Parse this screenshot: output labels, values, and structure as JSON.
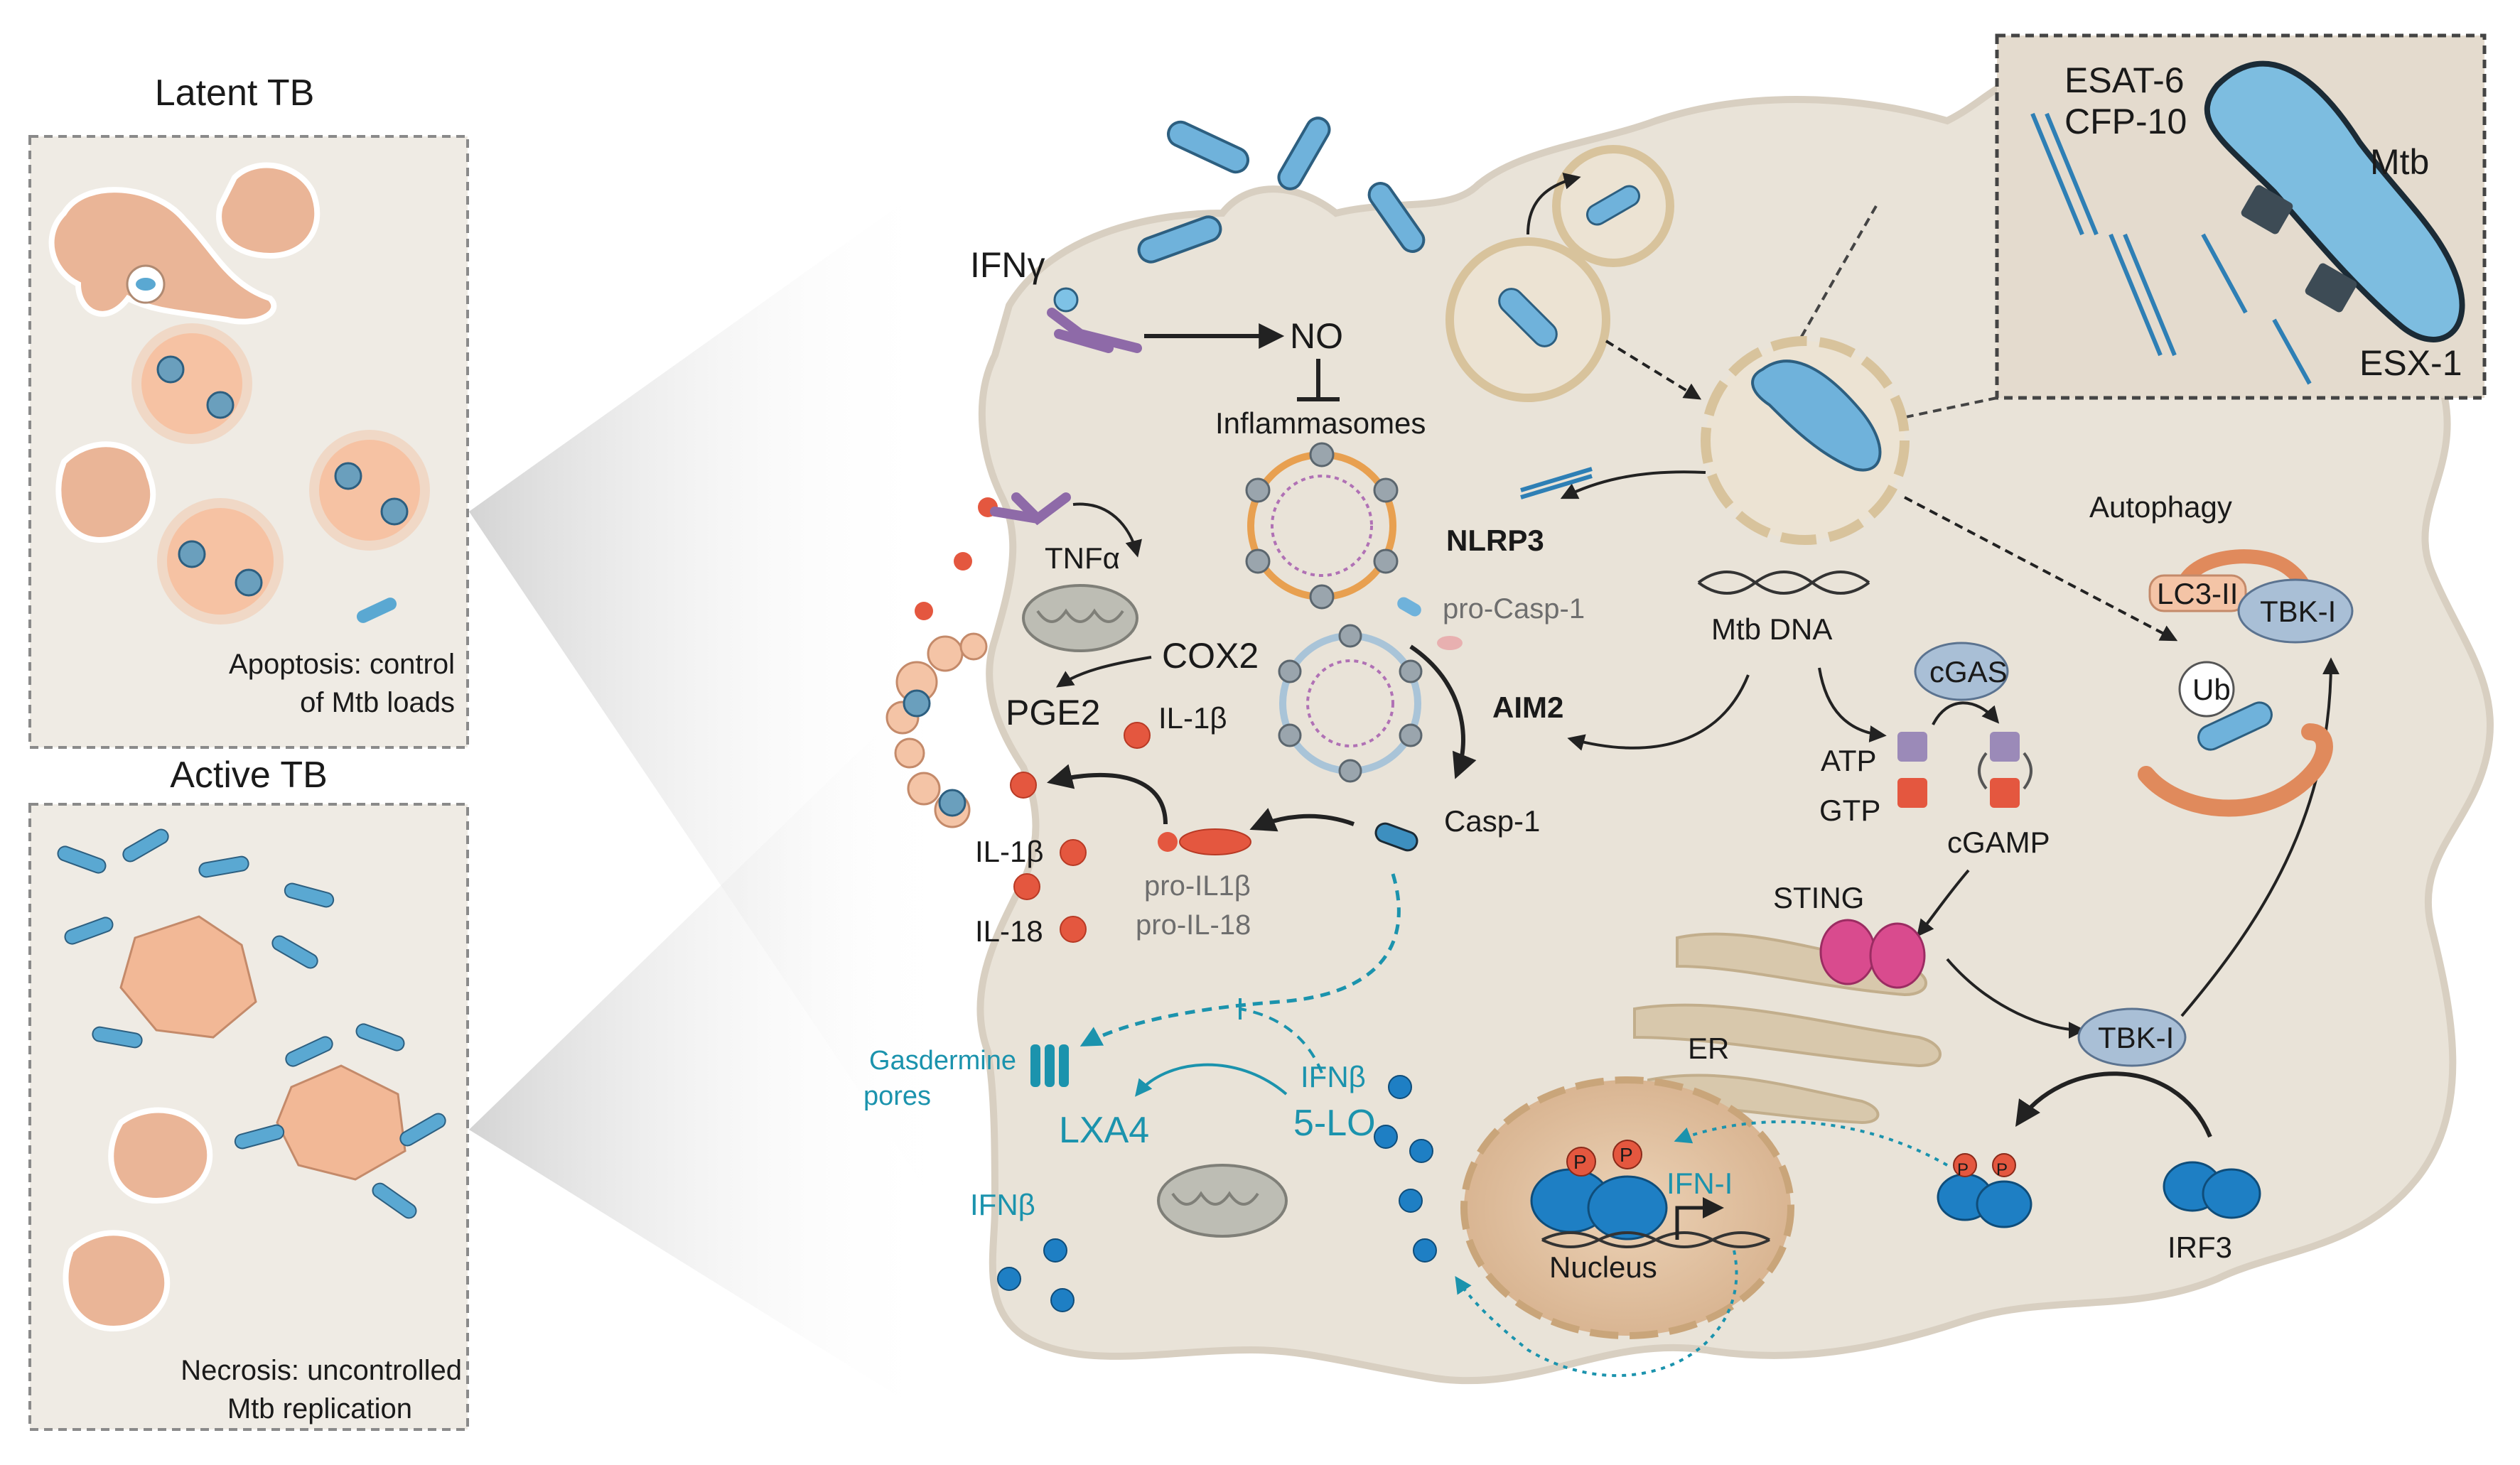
{
  "panels": {
    "latent": {
      "title": "Latent TB",
      "caption_line1": "Apoptosis: control",
      "caption_line2": "of Mtb loads"
    },
    "active": {
      "title": "Active TB",
      "caption_line1": "Necrosis: uncontrolled",
      "caption_line2": "Mtb replication"
    }
  },
  "inset": {
    "esat6": "ESAT-6",
    "cfp10": "CFP-10",
    "mtb": "Mtb",
    "esx1": "ESX-1"
  },
  "labels": {
    "ifng": "IFNγ",
    "no": "NO",
    "inflammasomes": "Inflammasomes",
    "tnfa": "TNFα",
    "nlrp3": "NLRP3",
    "pro_casp1": "pro-Casp-1",
    "aim2": "AIM2",
    "casp1": "Casp-1",
    "cox2": "COX2",
    "pge2": "PGE2",
    "il1b_top": "IL-1β",
    "il1b": "IL-1β",
    "il18": "IL-18",
    "pro_il1b": "pro-IL1β",
    "pro_il18": "pro-IL-18",
    "mtb_dna": "Mtb DNA",
    "cgas": "cGAS",
    "atp": "ATP",
    "gtp": "GTP",
    "cgamp": "cGAMP",
    "sting": "STING",
    "er": "ER",
    "autophagy": "Autophagy",
    "lc3": "LC3-II",
    "tbk1_top": "TBK-I",
    "ub": "Ub",
    "tbk1": "TBK-I",
    "irf3": "IRF3",
    "nucleus": "Nucleus",
    "ifn1": "IFN-I",
    "p": "P",
    "gasdermine_line1": "Gasdermine",
    "gasdermine_line2": "pores",
    "ifnb_inner": "IFNβ",
    "five_lo": "5-LO",
    "lxa4": "LXA4",
    "ifnb_outer": "IFNβ"
  },
  "colors": {
    "cell": "#e9e3d8",
    "cell_edge": "#d8cfc1",
    "mtb": "#5aa8d2",
    "mtb_dark": "#2d5f80",
    "teal": "#1b93ad",
    "red": "#e4573f",
    "panel_cell": "#f2b896",
    "sting": "#d94b8e",
    "tbk1": "#a9bfd6",
    "irf3": "#1e7fc4",
    "purple": "#8e6aa8",
    "mito": "#b5b5ac"
  },
  "icons": [
    "ifng-receptor-icon",
    "mitochondrion-icon",
    "inflammasome-icon",
    "mycobacterium-icon",
    "phagosome-icon",
    "dna-helix-icon",
    "gasdermin-pore-icon",
    "nucleus-icon",
    "autophagosome-icon"
  ]
}
